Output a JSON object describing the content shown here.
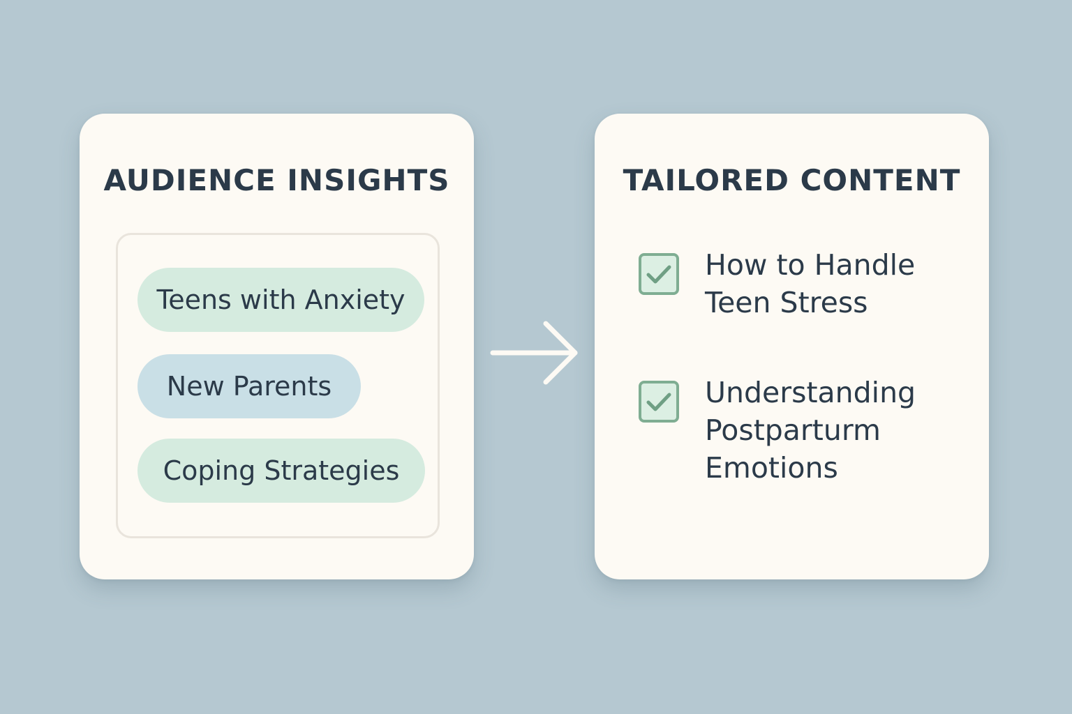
{
  "audience_card": {
    "title": "AUDIENCE INSIGHTS",
    "tags": [
      {
        "label": "Teens with Anxiety",
        "color": "#d5ebdf"
      },
      {
        "label": "New Parents",
        "color": "#c9dfe6"
      },
      {
        "label": "Coping Strategies",
        "color": "#d5ebdf"
      }
    ]
  },
  "content_card": {
    "title": "TAILORED CONTENT",
    "items": [
      {
        "lines": [
          "How to Handle",
          "Teen Stress"
        ],
        "checked": true
      },
      {
        "lines": [
          "Understanding",
          "Postparturm",
          "Emotions"
        ],
        "checked": true
      }
    ]
  },
  "connector": {
    "icon": "arrow-right-icon",
    "color": "#fdfaf4"
  },
  "colors": {
    "background": "#b5c8d1",
    "card": "#fdfaf4",
    "text": "#2b3a49",
    "check_accent": "#7fad92"
  }
}
